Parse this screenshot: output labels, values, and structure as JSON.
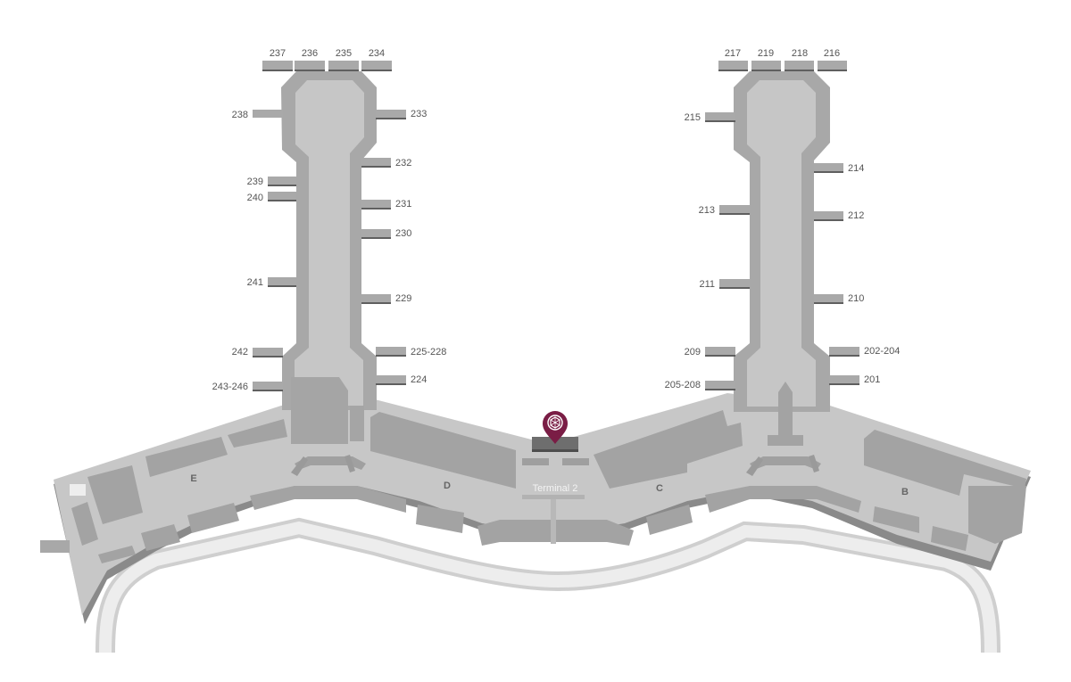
{
  "map": {
    "terminal_label": "Terminal 2",
    "marker_icon": "location-pin-icon",
    "marker_color": "#7a1d45",
    "zones": [
      "E",
      "D",
      "C",
      "B"
    ],
    "left_pier_gates": {
      "top": [
        "237",
        "236",
        "235",
        "234"
      ],
      "left": [
        "238",
        "239",
        "240",
        "241",
        "242",
        "243-246"
      ],
      "right": [
        "233",
        "232",
        "231",
        "230",
        "229",
        "225-228",
        "224"
      ]
    },
    "right_pier_gates": {
      "top": [
        "217",
        "219",
        "218",
        "216"
      ],
      "left": [
        "215",
        "213",
        "211",
        "209",
        "205-208"
      ],
      "right": [
        "214",
        "212",
        "210",
        "202-204",
        "201"
      ]
    }
  }
}
